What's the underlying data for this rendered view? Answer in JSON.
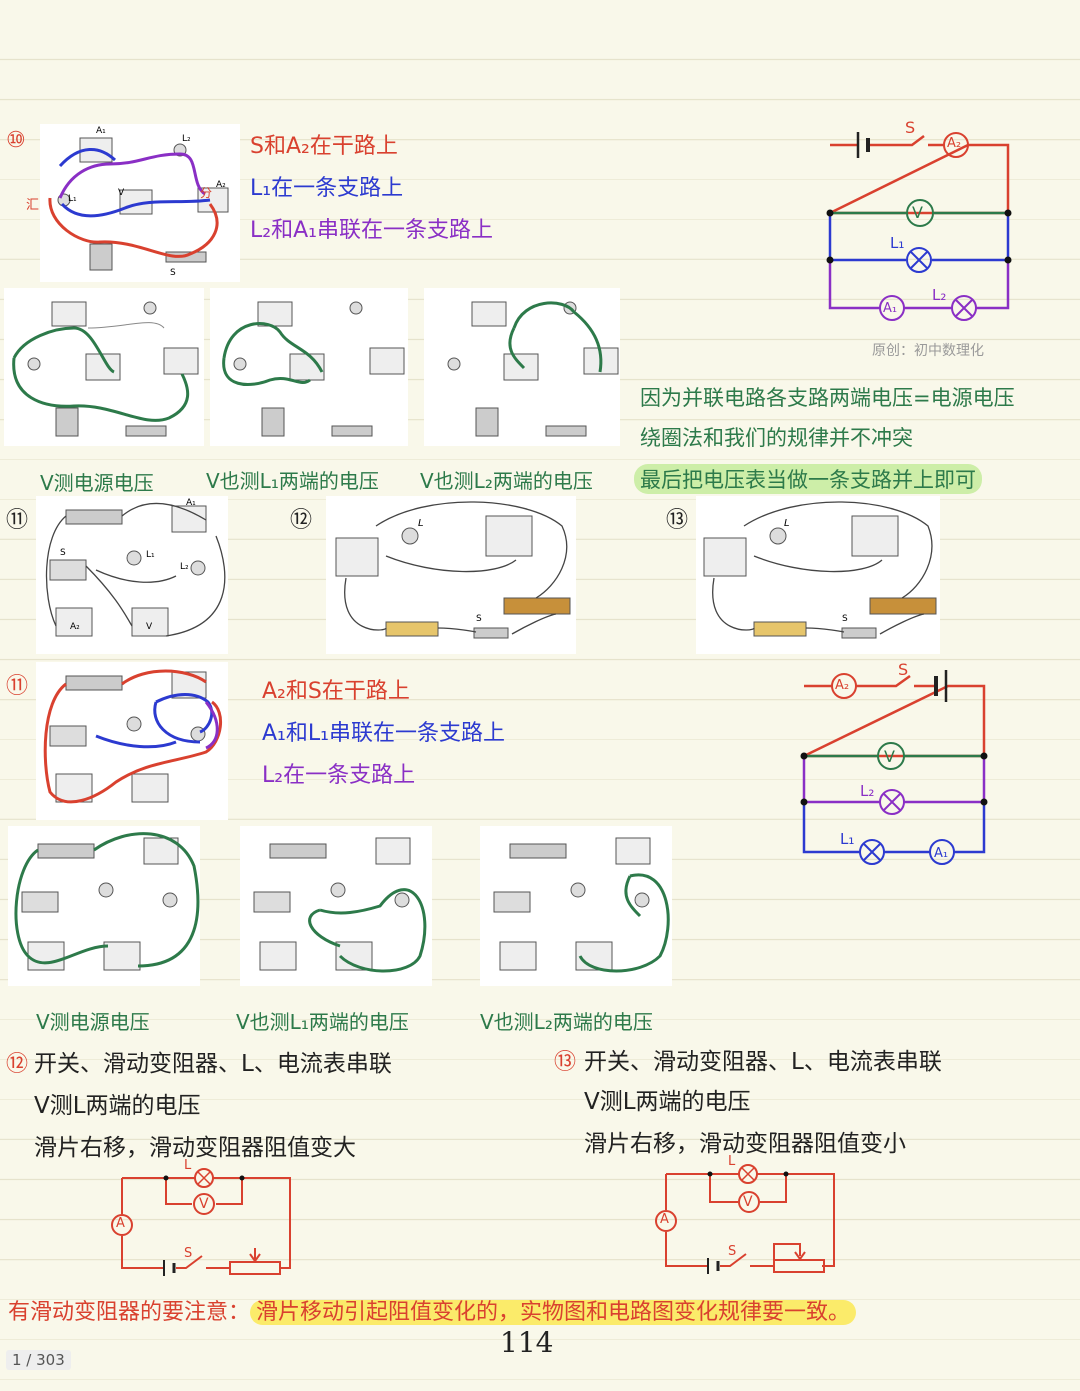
{
  "page": {
    "number": "114",
    "indicator": "1 / 303",
    "watermark": "原创：初中数理化"
  },
  "p10": {
    "num": "⑩",
    "notes": [
      "S和A₂在干路上",
      "L₁在一条支路上",
      "L₂和A₁串联在一条支路上"
    ],
    "photo_labels": {
      "a1": "A₁",
      "l2": "L₂",
      "a2": "A₂",
      "l1": "L₁",
      "v": "V",
      "s": "S",
      "hui": "汇",
      "fen": "分"
    },
    "circuit": {
      "s": "S",
      "a2": "A₂",
      "v": "V",
      "l1": "L₁",
      "a1": "A₁",
      "l2": "L₂"
    },
    "captions": [
      "V测电源电压",
      "V也测L₁两端的电压",
      "V也测L₂两端的电压"
    ],
    "reason": "因为并联电路各支路两端电压=电源电压",
    "reason2": "绕圈法和我们的规律并不冲突",
    "conclusion": "最后把电压表当做一条支路并上即可"
  },
  "p11": {
    "num": "⑪",
    "notes": [
      "A₂和S在干路上",
      "A₁和L₁串联在一条支路上",
      "L₂在一条支路上"
    ],
    "photo_labels": {
      "s": "S",
      "a1": "A₁",
      "l1": "L₁",
      "l2": "L₂",
      "a2": "A₂",
      "v": "V"
    },
    "circuit": {
      "a2": "A₂",
      "s": "S",
      "v": "V",
      "l2": "L₂",
      "l1": "L₁",
      "a1": "A₁"
    },
    "captions": [
      "V测电源电压",
      "V也测L₁两端的电压",
      "V也测L₂两端的电压"
    ]
  },
  "p12": {
    "num": "⑫",
    "photo_labels": {
      "l": "L",
      "s": "S"
    },
    "lines": [
      "开关、滑动变阻器、L、电流表串联",
      "V测L两端的电压",
      "滑片右移，滑动变阻器阻值变大"
    ],
    "circuit": {
      "l": "L",
      "v": "V",
      "a": "A",
      "s": "S"
    }
  },
  "p13": {
    "num": "⑬",
    "photo_labels": {
      "l": "L",
      "s": "S"
    },
    "lines": [
      "开关、滑动变阻器、L、电流表串联",
      "V测L两端的电压",
      "滑片右移，滑动变阻器阻值变小"
    ],
    "circuit": {
      "l": "L",
      "v": "V",
      "a": "A",
      "s": "S"
    }
  },
  "footer": {
    "prefix": "有滑动变阻器的要注意：",
    "highlight": "滑片移动引起阻值变化的，实物图和电路图变化规律要一致。"
  },
  "colors": {
    "red": "#d9412f",
    "blue": "#2c3ad0",
    "purple": "#8a2fc5",
    "green": "#2d7a4a",
    "highlight_green": "#cdeea8",
    "highlight_yellow": "#fbeb6a"
  }
}
